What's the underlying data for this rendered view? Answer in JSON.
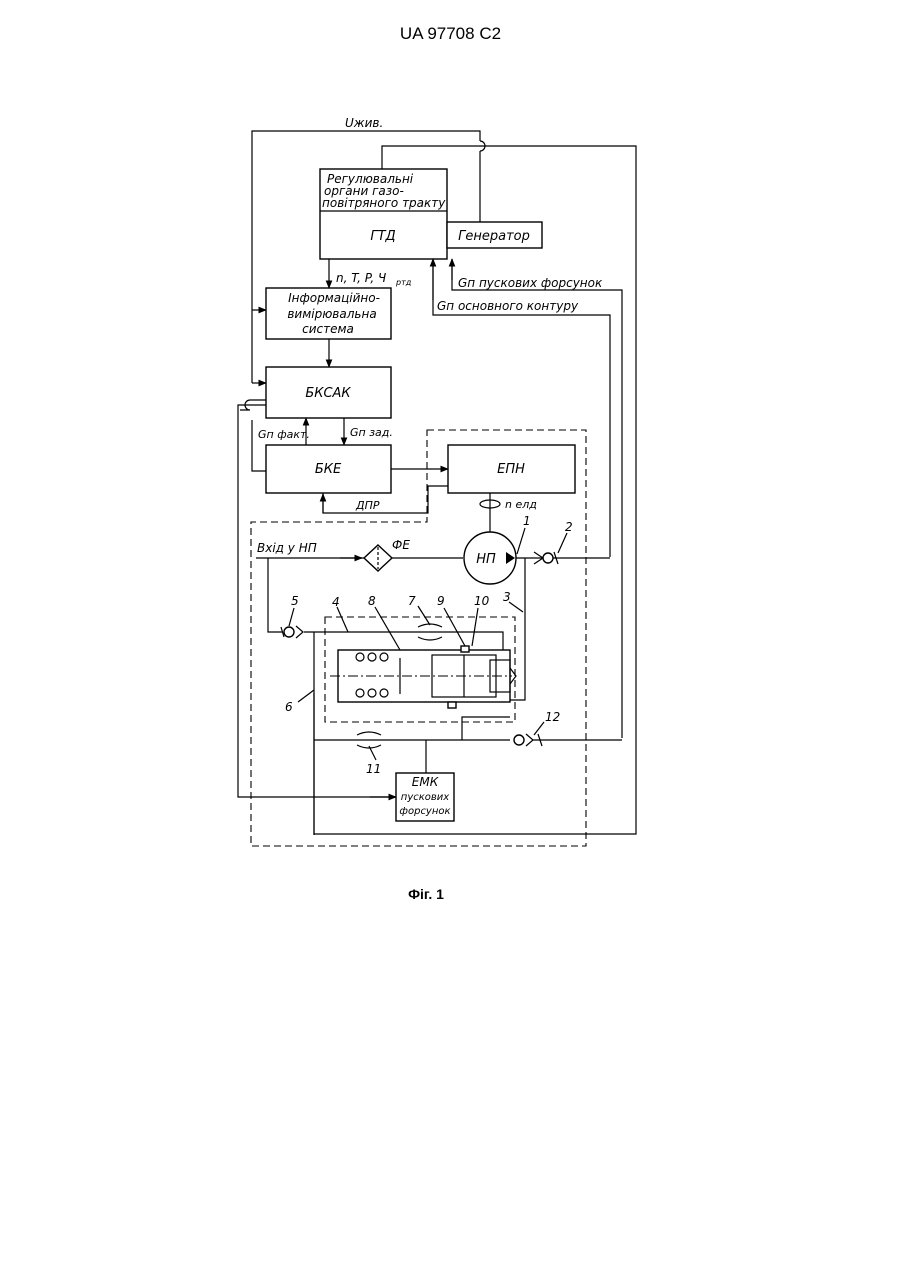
{
  "header": "UA   97708   C2",
  "caption": "Фіг. 1",
  "blocks": {
    "regulators": [
      "Регулювальні",
      "органи газо-",
      "повітряного тракту"
    ],
    "gtd": "ГТД",
    "generator": "Генератор",
    "ivs": [
      "Інформаційно-",
      "вимірювальна",
      "система"
    ],
    "bksak": "БКСАК",
    "bke": "БКЕ",
    "epn": "ЕПН",
    "np": "НП",
    "fe": "ФЕ",
    "emk": [
      "ЕМК",
      "пускових",
      "форсунок"
    ]
  },
  "signals": {
    "u_zhyv": "Uжив.",
    "params": "n, T, P, Ч",
    "params_sub": "ртд",
    "gp_start": "Gп  пускових форсунок",
    "gp_main": "Gп  основного контуру",
    "gp_fact": "Gп факт.",
    "gp_set": "Gп зад.",
    "dpr": "ДПР",
    "n_epn": "n eлд",
    "inlet": "Вхід у НП"
  },
  "callouts": [
    "1",
    "2",
    "3",
    "4",
    "5",
    "6",
    "7",
    "8",
    "9",
    "10",
    "11",
    "12"
  ]
}
